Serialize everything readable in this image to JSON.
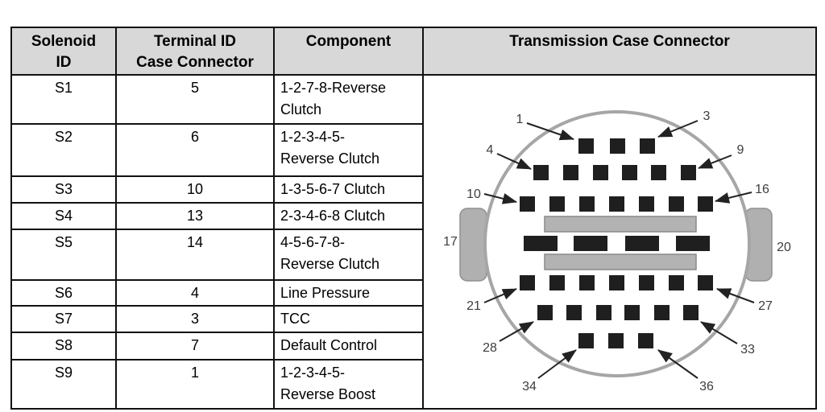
{
  "table": {
    "headers": {
      "solenoid": "Solenoid\nID",
      "terminal": "Terminal ID\nCase Connector",
      "component": "Component",
      "connector": "Transmission Case Connector"
    },
    "rows": [
      {
        "solenoid": "S1",
        "terminal": "5",
        "component": "1-2-7-8-Reverse\nClutch"
      },
      {
        "solenoid": "S2",
        "terminal": "6",
        "component": "1-2-3-4-5-\nReverse Clutch"
      },
      {
        "solenoid": "S3",
        "terminal": "10",
        "component": "1-3-5-6-7 Clutch"
      },
      {
        "solenoid": "S4",
        "terminal": "13",
        "component": "2-3-4-6-8 Clutch"
      },
      {
        "solenoid": "S5",
        "terminal": "14",
        "component": "4-5-6-7-8-\nReverse Clutch"
      },
      {
        "solenoid": "S6",
        "terminal": "4",
        "component": "Line Pressure"
      },
      {
        "solenoid": "S7",
        "terminal": "3",
        "component": "TCC"
      },
      {
        "solenoid": "S8",
        "terminal": "7",
        "component": "Default Control"
      },
      {
        "solenoid": "S9",
        "terminal": "1",
        "component": "1-2-3-4-5-\nReverse Boost"
      }
    ]
  },
  "diagram": {
    "labels": {
      "pin1": "1",
      "pin3": "3",
      "pin4": "4",
      "pin9": "9",
      "pin10": "10",
      "pin16": "16",
      "pin17": "17",
      "pin20": "20",
      "pin21": "21",
      "pin27": "27",
      "pin28": "28",
      "pin33": "33",
      "pin34": "34",
      "pin36": "36"
    },
    "pin_rows": [
      3,
      6,
      7,
      4,
      7,
      6,
      3
    ],
    "total_pins": 36,
    "colors": {
      "pin": "#1f1f1f",
      "keyway": "#b3b3b3",
      "shell_outline": "#a6a6a6",
      "header_bg": "#d8d8d8"
    }
  }
}
